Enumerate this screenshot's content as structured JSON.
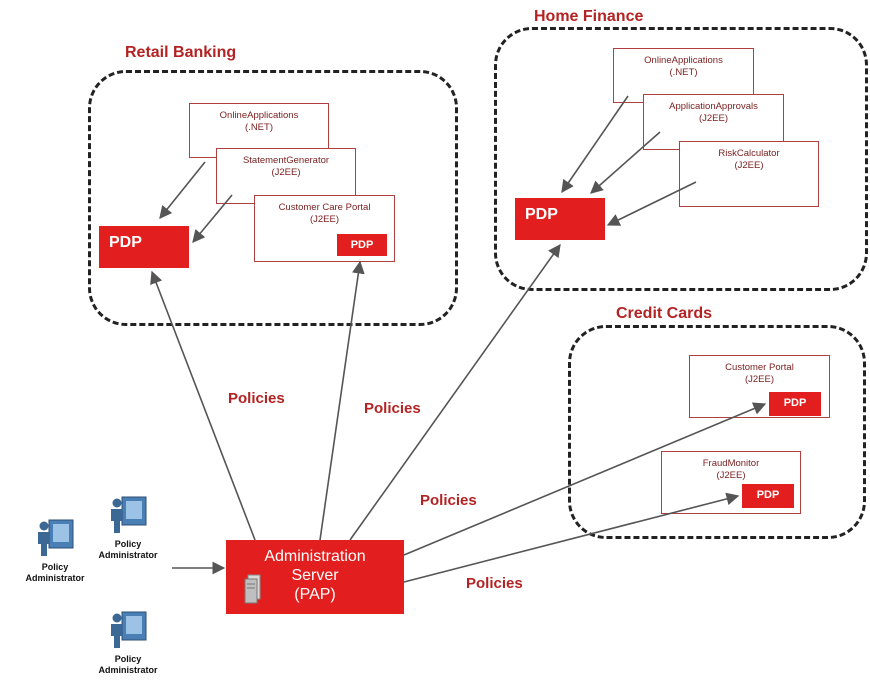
{
  "zones": {
    "retail": {
      "title": "Retail Banking"
    },
    "home": {
      "title": "Home Finance"
    },
    "credit": {
      "title": "Credit Cards"
    }
  },
  "retail_apps": {
    "online": {
      "line1": "OnlineApplications",
      "line2": "(.NET)"
    },
    "statement": {
      "line1": "StatementGenerator",
      "line2": "(J2EE)"
    },
    "customer_care": {
      "line1": "Customer Care Portal",
      "line2": "(J2EE)"
    }
  },
  "home_apps": {
    "online": {
      "line1": "OnlineApplications",
      "line2": "(.NET)"
    },
    "approvals": {
      "line1": "ApplicationApprovals",
      "line2": "(J2EE)"
    },
    "risk": {
      "line1": "RiskCalculator",
      "line2": "(J2EE)"
    }
  },
  "credit_apps": {
    "customer_portal": {
      "line1": "Customer Portal",
      "line2": "(J2EE)"
    },
    "fraud": {
      "line1": "FraudMonitor",
      "line2": "(J2EE)"
    }
  },
  "pdp_label": "PDP",
  "policies_label": "Policies",
  "pap": {
    "line1": "Administration",
    "line2": "Server",
    "line3": "(PAP)"
  },
  "admin": {
    "line1": "Policy",
    "line2": "Administrator"
  },
  "colors": {
    "accent_red": "#e31e1e",
    "label_red": "#b42323",
    "dash": "#222222"
  }
}
